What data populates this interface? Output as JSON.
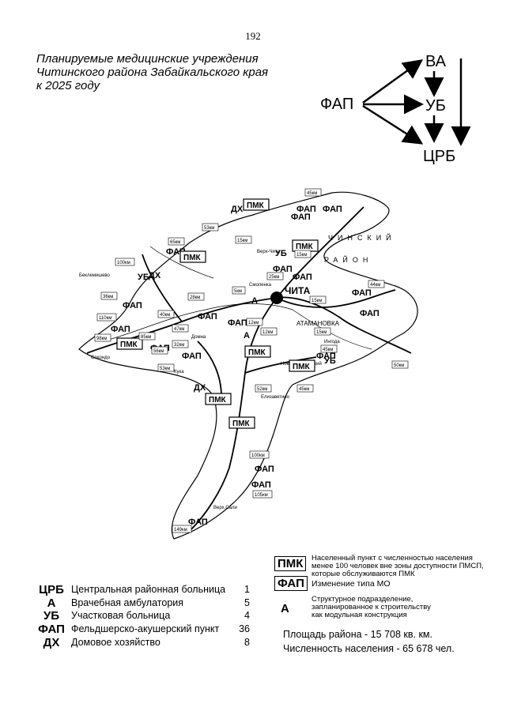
{
  "page_number": "192",
  "title": {
    "line1": "Планируемые медицинские учреждения",
    "line2": "Читинского района Забайкальского края",
    "line3": "к 2025 году"
  },
  "flow": {
    "fap": "ФАП",
    "va": "ВА",
    "ub": "УБ",
    "crb": "ЦРБ"
  },
  "map": {
    "labels": {
      "pmk": "ПМК",
      "fap": "ФАП",
      "dh": "ДХ",
      "ub": "УБ",
      "a": "А",
      "region": "ЧИНСКИЙ",
      "region2": "РАЙОН",
      "chita": "ЧИТА",
      "atamanovka": "АТАМАНОВКА",
      "gorod": "Новокручининский",
      "vershino": "Верх-Чита",
      "ingoda": "Ингода",
      "domna": "Домна",
      "smolenka": "Смоленка",
      "eliz": "Елизаветино",
      "kuka": "Кука",
      "beklemishevo": "Беклемишево",
      "sokhondo": "Сохондо",
      "verkh_sali": "Верх.Сали"
    },
    "distance_labels": [
      "45км",
      "53км",
      "65км",
      "15км",
      "15км",
      "100км",
      "36км",
      "110км",
      "98км",
      "85км",
      "28км",
      "40км",
      "47км",
      "56км",
      "53км",
      "5км",
      "32км",
      "12км",
      "15км",
      "45км",
      "50км",
      "52км",
      "45км",
      "100км",
      "105км",
      "149км",
      "44км",
      "15км",
      "25км",
      "12км"
    ]
  },
  "legend": {
    "items": [
      {
        "abbr": "ЦРБ",
        "name": "Центральная районная больница",
        "count": "1"
      },
      {
        "abbr": "А",
        "name": "Врачебная амбулатория",
        "count": "5"
      },
      {
        "abbr": "УБ",
        "name": "Участковая больница",
        "count": "4"
      },
      {
        "abbr": "ФАП",
        "name": "Фельдшерско-акушерский пункт",
        "count": "36"
      },
      {
        "abbr": "ДХ",
        "name": "Домовое хозяйство",
        "count": "8"
      }
    ]
  },
  "symbols": {
    "pmk_box": "ПМК",
    "pmk_desc1": "Населенный пункт с численностью населения",
    "pmk_desc2": "менее 100 человек вне зоны доступности ПМСП,",
    "pmk_desc3": "которые обслуживаются ПМК",
    "fap_box": "ФАП",
    "fap_desc": "Изменение типа МО",
    "a_letter": "А",
    "a_desc1": "Структурное подразделение,",
    "a_desc2": "запланированное к строительству",
    "a_desc3": "как модульная конструкция"
  },
  "stats": {
    "area": "Площадь района - 15 708 кв. км.",
    "population": "Численность населения - 65 678 чел."
  }
}
